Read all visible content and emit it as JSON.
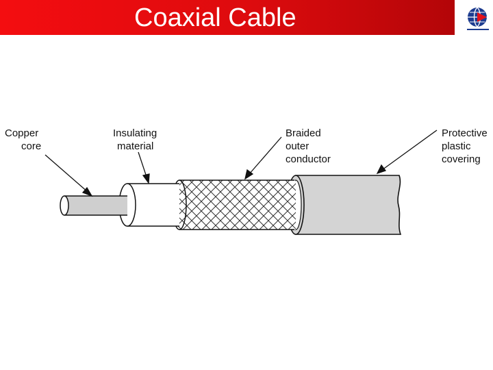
{
  "slide": {
    "title": "Coaxial Cable"
  },
  "logo": {
    "icon": "globe-logo-icon",
    "colors": [
      "#1d3c8f",
      "#e3121b"
    ]
  },
  "diagram": {
    "labels": {
      "copper_core": [
        "Copper",
        "core"
      ],
      "insulating_material": [
        "Insulating",
        "material"
      ],
      "braided_outer_conductor": [
        "Braided",
        "outer",
        "conductor"
      ],
      "protective_plastic_covering": [
        "Protective",
        "plastic",
        "covering"
      ]
    },
    "colors": {
      "title_bar": "#e00b0e",
      "cable_gray": "#d4d4d4",
      "outline": "#111111"
    }
  }
}
